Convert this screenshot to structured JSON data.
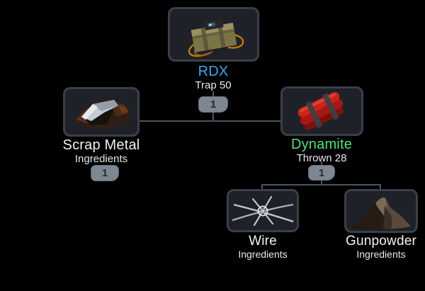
{
  "screen": {
    "background": "#000000"
  },
  "colors": {
    "slot_fill": "#1e2127",
    "slot_border": "#3a4049",
    "badge_bg": "#7d8691",
    "badge_text": "#262c33",
    "connector_line": "#4e545c",
    "rdx_label": "#3fa7e8",
    "dynamite_label": "#57e07c",
    "white_text": "#f2f2f2"
  },
  "recipe_tree": {
    "nodes": [
      {
        "id": "rdx",
        "label": "RDX",
        "sublabel": "Trap 50",
        "badge": "1",
        "label_color": "#3fa7e8",
        "icon": "rdx-charge-icon"
      },
      {
        "id": "scrap_metal",
        "label": "Scrap Metal",
        "sublabel": "Ingredients",
        "badge": "1",
        "label_color": "#f2f2f2",
        "icon": "scrap-metal-icon"
      },
      {
        "id": "dynamite",
        "label": "Dynamite",
        "sublabel": "Thrown 28",
        "badge": "1",
        "label_color": "#57e07c",
        "icon": "dynamite-icon"
      },
      {
        "id": "wire",
        "label": "Wire",
        "sublabel": "Ingredients",
        "label_color": "#f2f2f2",
        "icon": "barbed-wire-icon"
      },
      {
        "id": "gunpowder",
        "label": "Gunpowder",
        "sublabel": "Ingredients",
        "label_color": "#f2f2f2",
        "icon": "gunpowder-pile-icon"
      }
    ]
  }
}
